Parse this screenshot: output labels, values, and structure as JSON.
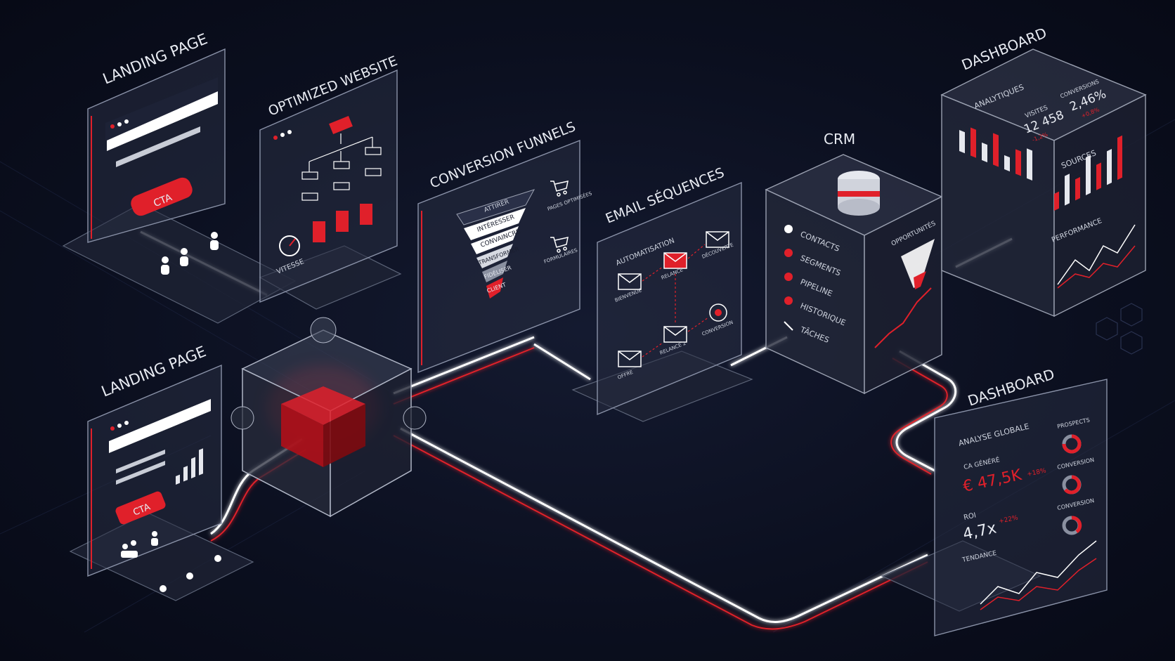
{
  "colors": {
    "background": "#0b0f1f",
    "accent": "#e0202a",
    "line": "#ffffff"
  },
  "landing_top": {
    "title": "LANDING PAGE",
    "cta": "CTA"
  },
  "website": {
    "title": "OPTIMIZED WEBSITE",
    "speed": "VITESSE"
  },
  "funnel": {
    "title": "CONVERSION FUNNELS",
    "steps": [
      "ATTIRER",
      "INTÉRESSER",
      "CONVAINCRE",
      "TRANSFORMER",
      "FIDÉLISER",
      "CLIENT"
    ],
    "side": [
      "PAGES OPTIMISÉES",
      "FORMULAIRES"
    ]
  },
  "email": {
    "title": "EMAIL SÉQUENCES",
    "heading": "AUTOMATISATION",
    "nodes": [
      "BIENVENUE",
      "RELANCE",
      "DÉCOUVERTE",
      "OFFRE",
      "RELANCE 2",
      "CONVERSION"
    ]
  },
  "crm": {
    "title": "CRM",
    "items": [
      "CONTACTS",
      "SEGMENTS",
      "PIPELINE",
      "HISTORIQUE",
      "TÂCHES"
    ],
    "opps": "OPPORTUNITÉS"
  },
  "dash_top": {
    "title": "DASHBOARD",
    "analytics": "ANALYTIQUES",
    "visits_label": "VISITES",
    "visits": "12 458",
    "visits_delta": "-1,2%",
    "conv_label": "CONVERSIONS",
    "conv": "2,46%",
    "conv_delta": "+0,8%",
    "sources": "SOURCES",
    "performance": "PERFORMANCE"
  },
  "landing_bottom": {
    "title": "LANDING PAGE",
    "cta": "CTA"
  },
  "dash_bottom": {
    "title": "DASHBOARD",
    "heading": "ANALYSE GLOBALE",
    "ca_label": "CA GÉNÉRÉ",
    "ca": "€ 47,5K",
    "ca_delta": "+18%",
    "roi_label": "ROI",
    "roi": "4,7x",
    "roi_delta": "+22%",
    "trend": "TENDANCE",
    "kpis": [
      "PROSPECTS",
      "CONVERSION",
      "CONVERSION"
    ]
  },
  "bars_top": [
    0.6,
    0.8,
    0.5,
    0.9,
    0.4,
    0.7,
    0.85
  ],
  "bars_sources": [
    0.4,
    0.7,
    0.5,
    0.9,
    0.6,
    0.8,
    1.0
  ],
  "bars_landing": [
    0.3,
    0.5,
    0.7,
    0.9
  ]
}
